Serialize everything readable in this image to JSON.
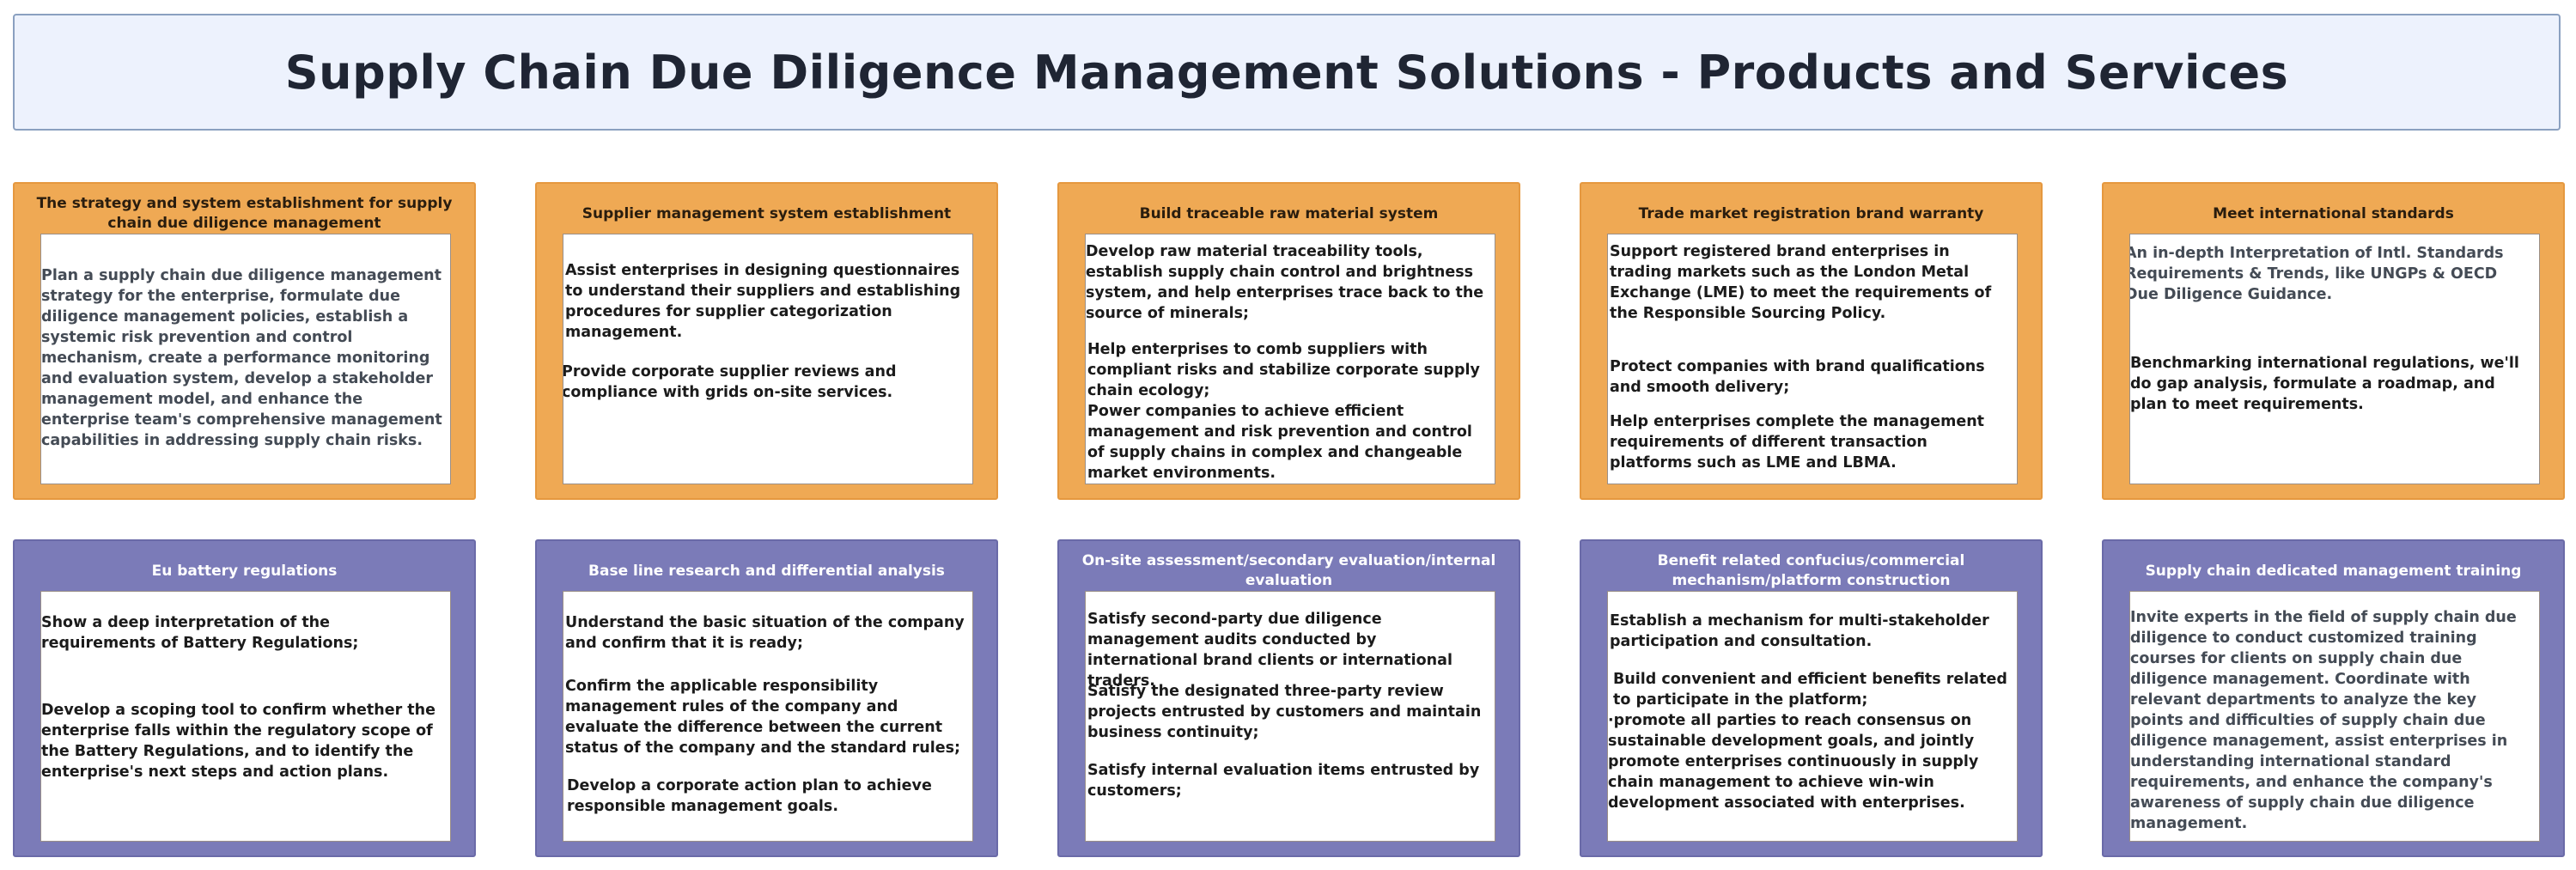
{
  "title": "Supply Chain Due Diligence Management Solutions - Products and Services",
  "cards_row1": [
    {
      "header": "The strategy and system establishment for supply chain due diligence management",
      "paragraphs": [
        "Plan a supply chain due diligence management strategy for the enterprise, formulate due diligence management policies, establish a systemic risk prevention and control mechanism, create a performance monitoring and evaluation system, develop a stakeholder management model, and enhance the enterprise team's comprehensive management capabilities in addressing supply chain risks."
      ]
    },
    {
      "header": "Supplier management system establishment",
      "paragraphs": [
        "Assist enterprises in designing questionnaires to understand their suppliers and establishing procedures for supplier categorization management.",
        "Provide corporate supplier reviews and compliance with grids on-site services."
      ]
    },
    {
      "header": "Build traceable raw material system",
      "paragraphs": [
        "Develop raw material traceability tools, establish supply chain control and brightness system, and help enterprises trace back to the source of minerals;",
        "Help enterprises to comb suppliers with compliant risks and stabilize corporate supply chain ecology;",
        "Power companies to achieve efficient management and risk prevention and control of supply chains in complex and changeable market environments."
      ]
    },
    {
      "header": "Trade market registration brand warranty",
      "paragraphs": [
        "Support registered brand enterprises in trading markets such as the London Metal Exchange (LME) to meet the requirements of the Responsible Sourcing Policy.",
        "Protect companies with brand qualifications and smooth delivery;",
        "Help enterprises complete the management requirements of different transaction platforms such as LME and LBMA."
      ]
    },
    {
      "header": "Meet international standards",
      "paragraphs": [
        "An in-depth Interpretation of Intl. Standards Requirements & Trends, like UNGPs & OECD Due Diligence Guidance.",
        "Benchmarking international regulations, we'll do gap analysis, formulate a roadmap, and plan to meet requirements."
      ]
    }
  ],
  "cards_row2": [
    {
      "header": "Eu battery regulations",
      "paragraphs": [
        "Show a deep interpretation of the requirements of Battery Regulations;",
        "Develop a scoping tool to confirm whether the enterprise falls within the regulatory scope of the Battery Regulations, and to identify the enterprise's next steps and action plans."
      ]
    },
    {
      "header": "Base line research and differential analysis",
      "paragraphs": [
        "Understand the basic situation of the company and confirm that it is ready;",
        "Confirm the applicable responsibility management rules of the company and evaluate the difference between the current status of the company and the standard rules;",
        "Develop a corporate action plan to achieve responsible management goals."
      ]
    },
    {
      "header": "On-site assessment/secondary evaluation/internal evaluation",
      "paragraphs": [
        "Satisfy second-party due diligence management audits conducted by international brand clients or international traders.",
        "Satisfy the designated three-party review projects entrusted by customers and maintain business continuity;",
        "Satisfy internal evaluation items entrusted by customers;"
      ]
    },
    {
      "header": "Benefit related confucius/commercial mechanism/platform construction",
      "paragraphs": [
        "Establish a mechanism for multi-stakeholder participation and consultation.",
        "Build convenient and efficient benefits related to participate in the platform;",
        "·promote all parties to reach consensus on sustainable development goals, and jointly promote enterprises continuously in supply chain management to achieve win-win development associated with enterprises."
      ]
    },
    {
      "header": "Supply chain dedicated management training",
      "paragraphs": [
        "Invite experts in the field of supply chain due diligence to conduct customized training courses for clients on supply chain due diligence management. Coordinate with relevant departments to analyze the key points and difficulties of supply chain due diligence management, assist enterprises in understanding international standard requirements, and enhance the company's awareness of supply chain due diligence management."
      ]
    }
  ]
}
